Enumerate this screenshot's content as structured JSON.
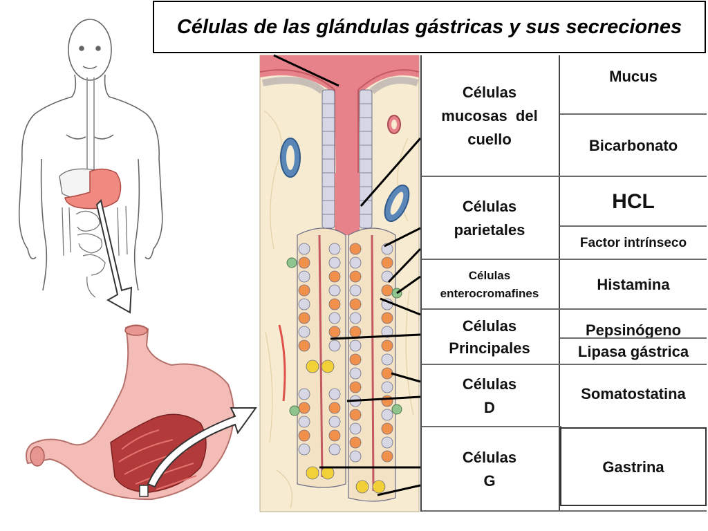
{
  "title": "Células de las glándulas gástricas y sus secreciones",
  "cells": [
    {
      "name": "Células mucosas del cuello",
      "lines": [
        "Células",
        "mucosas  del",
        "cuello"
      ],
      "secretions": [
        "Mucus",
        "Bicarbonato"
      ]
    },
    {
      "name": "Células parietales",
      "lines": [
        "Células",
        "parietales"
      ],
      "secretions": [
        "HCL",
        "Factor intrínseco"
      ]
    },
    {
      "name": "Células enterocromafines",
      "lines": [
        "Células",
        "enterocromafines"
      ],
      "secretions": [
        "Histamina"
      ]
    },
    {
      "name": "Células Principales",
      "lines": [
        "Células",
        "Principales"
      ],
      "secretions": [
        "Pepsinógeno",
        "Lipasa gástrica"
      ]
    },
    {
      "name": "Células D",
      "lines": [
        "Células",
        "D"
      ],
      "secretions": [
        "Somatostatina"
      ]
    },
    {
      "name": "Células G",
      "lines": [
        "Células",
        "G"
      ],
      "secretions": [
        "Gastrina"
      ]
    }
  ],
  "colors": {
    "mucosa_pink": "#e8828a",
    "tissue_cream": "#f7ecd2",
    "parietal_orange": "#f0904a",
    "chief_yellow": "#f2d038",
    "epithelium_gray": "#d6d6e4",
    "vessel_blue": "#5a86b8",
    "stomach_pink": "#efb4ae",
    "stomach_red": "#c24a4a"
  }
}
